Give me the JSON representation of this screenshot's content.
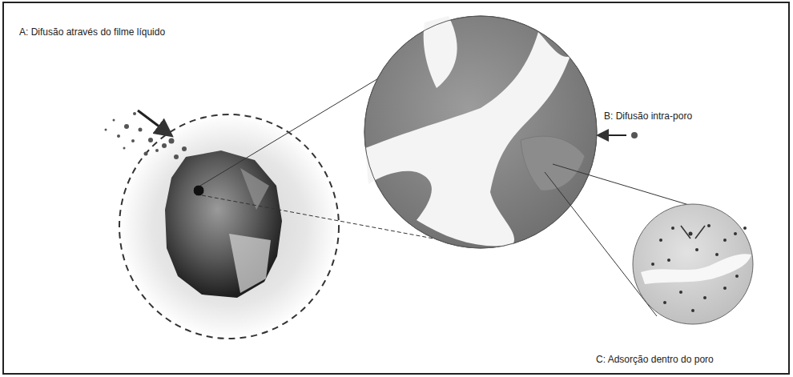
{
  "diagram": {
    "labels": [
      "A: Difusão através do filme líquido",
      "B: Difusão intra-poro",
      "C: Adsorção dentro do poro"
    ]
  }
}
